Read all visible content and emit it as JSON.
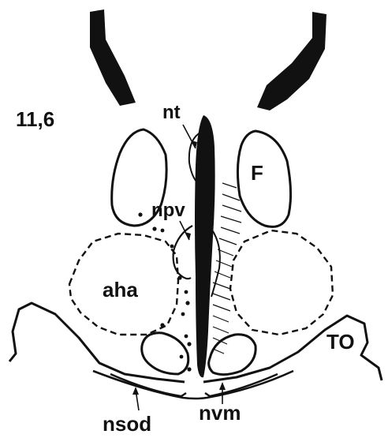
{
  "figure": {
    "section_number": "11,6",
    "labels": {
      "nt": "nt",
      "f": "F",
      "npv": "npv",
      "aha": "aha",
      "to": "TO",
      "nsod": "nsod",
      "nvm": "nvm"
    },
    "colors": {
      "ink": "#111111",
      "background": "#ffffff"
    }
  }
}
